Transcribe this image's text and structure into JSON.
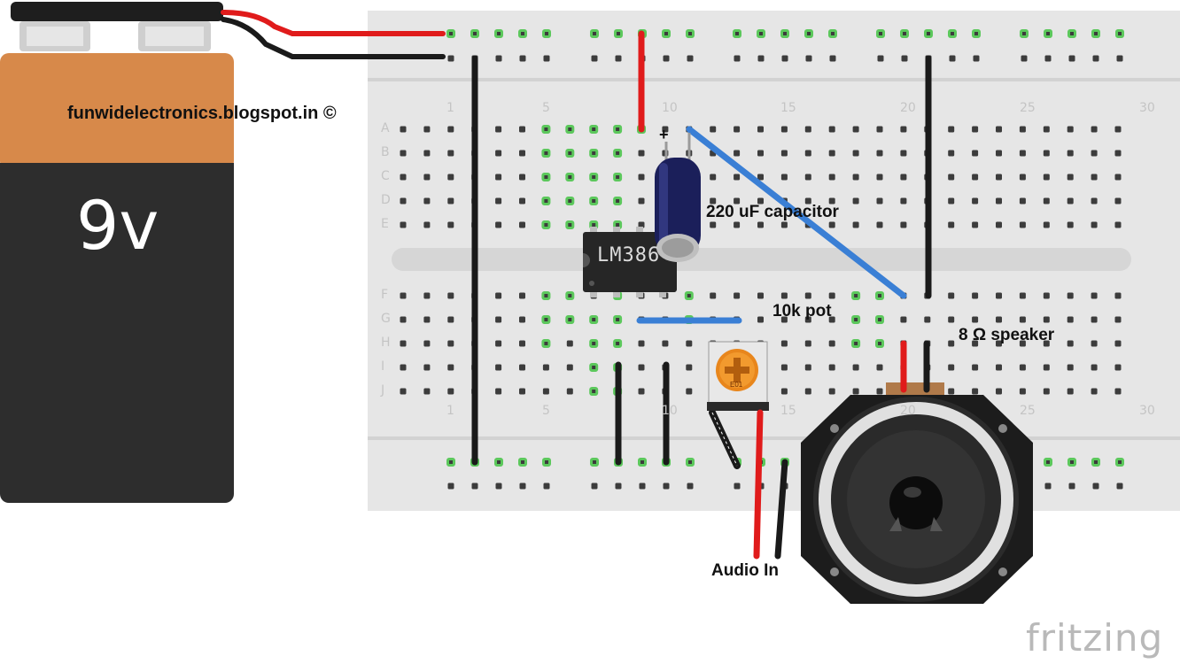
{
  "watermark": "funwidelectronics.blogspot.in ©",
  "battery": {
    "label": "9v"
  },
  "chip": {
    "label": "LM386"
  },
  "capacitor": {
    "label": "220 uF capacitor",
    "polarity": "+"
  },
  "pot": {
    "label": "10k pot",
    "code": "E01"
  },
  "speaker": {
    "label": "8 Ω speaker"
  },
  "audio": {
    "label": "Audio In"
  },
  "brand": "fritzing",
  "breadboard": {
    "column_numbers": [
      "1",
      "5",
      "10",
      "15",
      "20",
      "25",
      "30"
    ],
    "rows_top": [
      "A",
      "B",
      "C",
      "D",
      "E"
    ],
    "rows_bottom": [
      "F",
      "G",
      "H",
      "I",
      "J"
    ]
  },
  "colors": {
    "wire_red": "#e01b1b",
    "wire_black": "#1a1a1a",
    "wire_blue": "#3a7fd5",
    "hole_active": "#5cc85c",
    "battery_top": "#d7894a",
    "battery_body": "#2d2d2d",
    "breadboard": "#e6e6e6"
  }
}
